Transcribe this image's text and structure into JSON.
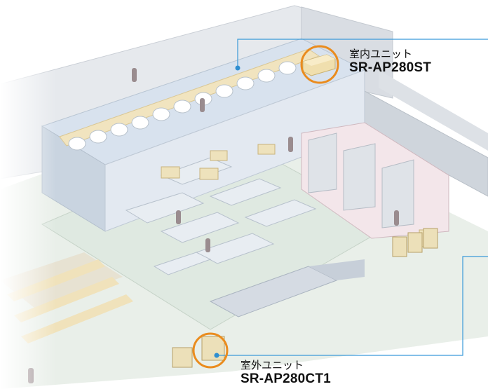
{
  "indoor_unit": {
    "label": "室内ユニット",
    "model": "SR-AP280ST"
  },
  "outdoor_unit": {
    "label": "室外ユニット",
    "model": "SR-AP280CT1"
  },
  "colors": {
    "highlight_ring": "#ea8c1e",
    "leader_line": "#3b9ad9",
    "duct": "#f1e4bf",
    "wall": "#dfe4ea",
    "floor": "#e4ece4"
  }
}
